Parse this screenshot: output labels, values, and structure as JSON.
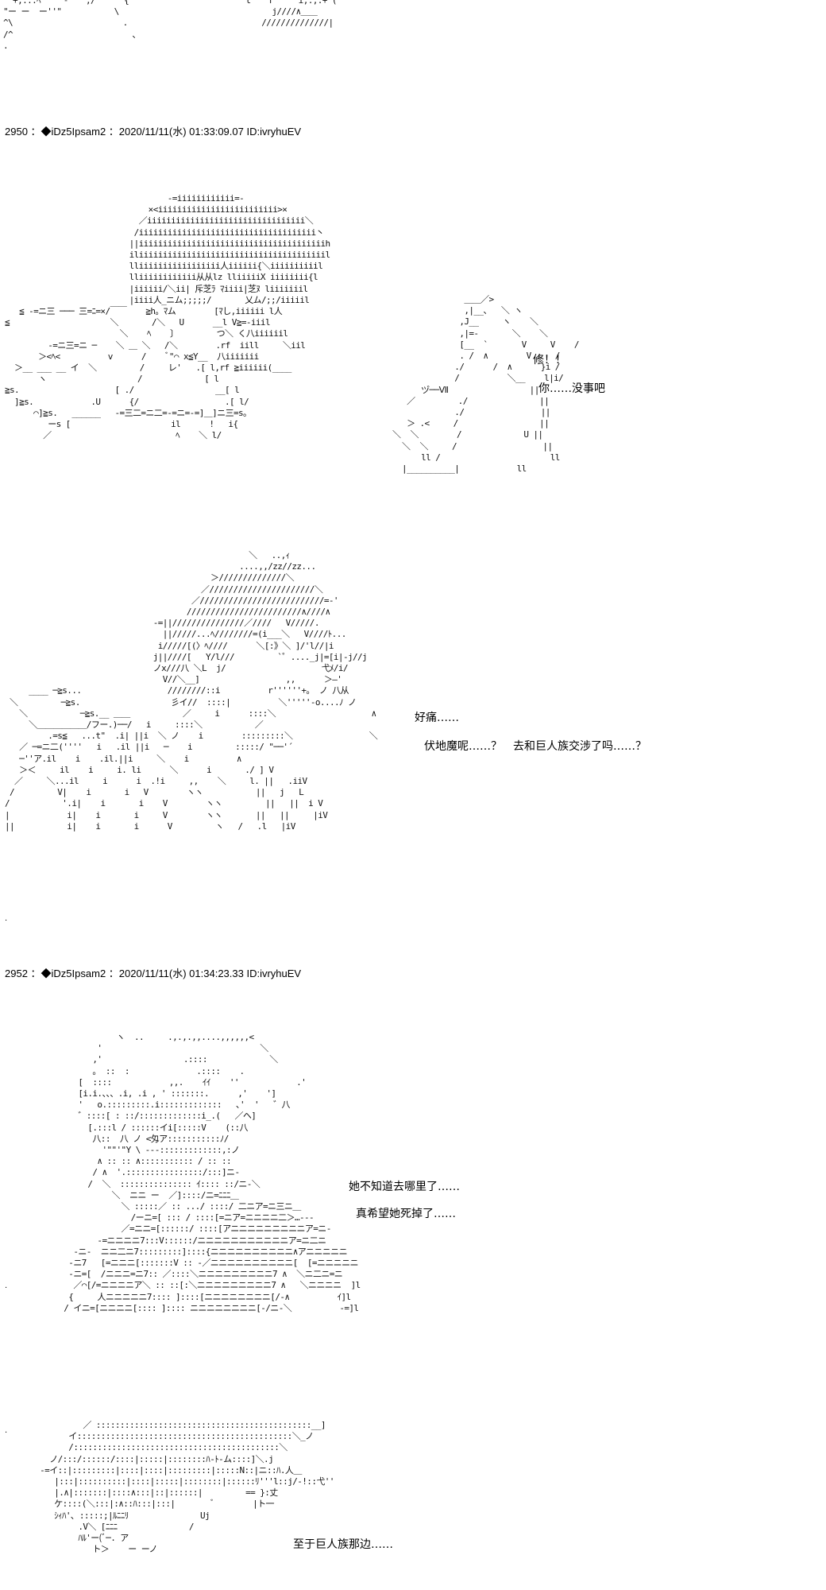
{
  "posts": [
    {
      "header": "2950 ：◆iDz5Ipsam2 ：2020/11/11(水) 01:33:09.07 ID:ivryhuEV",
      "lines": [
        "修！！",
        "你……没事吧",
        "好痛……",
        "伏地魔呢……？　去和巨人族交涉了吗……？"
      ]
    },
    {
      "header": "2952 ：◆iDz5Ipsam2 ：2020/11/11(水) 01:34:23.33 ID:ivryhuEV",
      "lines": [
        "她不知道去哪里了……",
        "真希望她死掉了……",
        "至于巨人族那边……"
      ]
    }
  ],
  "art": {
    "top": "\"'+,...ﾍ'\"   -ﾞ   ,/      {                \"\"      ｌ   ｉ     i,.,.+'(\n\"ー ー  ー''\"           \\                                j////∧＿＿\n^\\                       .                            //////////////|\n/^                         ､\n.",
    "a1": "                                  -=iiiiiiiiiiii=-\n                              ×<iiiiiiiiiiiiiiiiiiiiiiiii>×\n                            ／iiiiiiiiiiiiiiiiiiiiiiiiiiiiiiiii＼\n                           /iiiiiiiiiiiiiiiiiiiiiiiiiiiiiiiiiiiii丶\n                          ||iiiiiiiiiiiiiiiiiiiiiiiiiiiiiiiiiiiiiiih\n                          iliiiiiiiiiiiiiiiiiiiiiiiiiiiiiiiiiiiiiiil\n                          lliiiiiiiiiiiiiiiii人iiiiii{＼iiiiiiiiiil\n                          lliiiiiiiiiiii从从lz lliiiiiX iiiiiiii{l\n                          |iiiiii/＼ii| 斥芝ﾗ ﾏiiii|芝ﾇ liiiiiiil\n                          |iiii人_ニム;;;;;/       乂ム/;;/iiiiil\n   ≦ -=ニ三 ─── 三=ﾆ=×/￣￣    ≧h。ﾏム        [ﾏし,iiiiii l人\n≦                     ＼       /＼   U      __l V≧=-iiil\n                        ＼    ﾍ    〕        つ＼ く八iiiiiil\n         -=ニ三=ニ ─    ＼ ＿ ＼   /＼        .rf  iill     ＼iil\n       ＞<ﾍ<          v      /    ﾞ\"⌒ x≦Y__  八iiiiiii\n  ＞__ ___ __ イ  ＼         /     レ'   .[ l,rf ≧iiiiii(____\n       ヽ                   /             [ l\n≧s.                    [ ./                 __[ l\n  ]≧s.            .U      {/                  .[ l/\n      ⌒]≧s.   ______   -=三二=ニ二=-=ニ=-=]＿]ニ三=s。\n         ーs [                     il      !   i{\n        ／                          ﾍ    ＼ l/",
    "a1r": "               ＿＿／>\n               ,|__、  ＼ ヽ\n              ,J__     ヽ    ＼\n              ,|=-       ＼    ＼\n              [__  `       V     V    /\n              . /  ∧        V .   /\n             ./      /  ∧      }i /\n             /          ＼__    l|i/\n      ヅ──Ⅶ                 ||\n   ／         ./               ||\n             ./                ||\n   ＞ .<     /                 ||\n＼  ＼        /             U ||\n  ＼  ＼     /                  ||\n      ll /                       ll\n  |__________|            ll",
    "a2": "                                                   ＼   ..,ｨ\n                                                 ....,,/zz//zz...\n                                           ＞//////////////＼\n                                         ／//////////////////////＼\n                                       ／//////////////////////////=-'\n                                      ////////////////////////∧////∧\n                               -=||///////////////／////   V/////.\n                                 ||/////...ﾍ////////=(i___＼   V////ﾄ...\n                                i/////[(〉ﾍ////      ＼[:》＼ ]/'l//|i\n                               j||////[   Y/l///         `゜...._j|=[i|-j//j\n                               ノx///八 ＼L  j/                    弋ﾒ/i/\n                                 V//＼__]                  ,,      ＞―'\n     ____ ─≧s...                  ////////::i          r''''''+。 ノ 八从\n ＼         ─≧s.                   彡イ//  ::::|          ＼'''''-o....ﾉ ノ\n   ＼           ─≧s.__ ＿＿           ／     i      ::::＼                    ∧\n     ＼＿＿＿＿＿＿/フー.)──/   i     ::::＼           ／\n         .=s≦   ...t\"  .i| ||i  ＼ ノ    i        :::::::::＼                ＼\n   ／ ─=ニ二(''''   i   .il ||i   ─    i         :::::/ \"──'´\n   ─''ア.il    i    .il.||i     ＼    i          ∧\n   ＞＜     il    i     i. li      ＼      i       ./ ] V\n  ／     ＼...il     i      i  .!i     ,,    ＼     l. ||   .iiV\n /         V|    i       i   V        ヽヽ           ||   j   L\n/           '.i|    i       i    V        ヽヽ         ||   ||  i V\n|            i|    i       i     V        ヽヽ       ||   ||     |iV\n||           i|    i       i      V         ヽ   /   .l   |iV",
    "a3": "                       ヽ  ..     .,.,.,,....,,,,,,<\n                   '                                 ＼\n                  ,'                 .::::             ＼\n                  。 ::  :              .::::    .\n               [  ::::            ,,.    ｲｲ    ''            .'\n               [i.i.、、、.i, .i , ' :::::::.      ,'    ']\n               '   o.:::::::::.i:::::::::::::   ､'  '   ゛八\n               ゛::::[ : ::/:::::::::::::i_.(   ／ヘ]\n                 [.:::l / ::::::イi[:::::V    (::八\n                  八::  八 ノ <匁ア:::::::::::ﾉ/\n                    '\"\"'\"Y \\ ---:::::::::::::,:ノ\n                   ∧ :: :: ∧::::::::::: / :: ::\n                  / ∧  '.::::::::::::::::/:::]ニ-\n                 /  ＼  ::::::::::::::: ｲ:::: ::/ニ-＼\n                      ＼  ニニ ー  ／]::::/ニ=ﾆﾆﾆ＿\n                        ＼ :::::／ :: .../ ::::/ 二ニア=ニ三ニ＿\n                          /ーニ=[ ::: / ::::[=ニア=ニニニニ二＞…-‐-\n                        ／=ニニ=[::::::/ ::::[アニニニニニニニニニア=ニ-\n                   -=ニニニニ7:::V::::::/ニニニニニニニニニニニア=ニ二ニ\n              -ニ-  ニニ二ニ7:::::::::]::::{ニニニニニニニニニニ∧アニニニニニ\n             -ニ7   [=ニニニ[:::::::V :: -／ニニニニニニニニニニ[  [=ニニニニニ\n             -ニ=[  /ニニニ=ニ7:: ／::::＼ニニニニニニニニニ7 ∧  ＼ニ二ニ=ニ\n              ／⌒[/=ニニニニア＼ :: ::[:＼ニニニニニニニニニ7 ∧   ＼ニニニニ  ]l\n             {     人ニニニニニ7:::: ]::::[ニニニニニニニニ[/-∧          ｲ]l\n            / イニ=[ニニニニ[:::: ]:::: ニニニニニニニニ[-/ニ-＼          -=]l",
    "a4": "                ／ :::::::::::::::::::::::::::::::::::::::::::::__]\n             イ:::::::::::::::::::::::::::::::::::::::::::::＼_ノ\n             /:::::::::::::::::::::::::::::::::::::::::::＼\n         ノ/:::/::::::/::::|:::::|::::::::ﾊ-ﾄ-ム::::]＼.j\n       -=イ::|:::::::::|::::|::::|:::::::::|:::::N::|ニ::ﾊ.人＿\n          |:::|::::::::::|::::|:::::|::::::::|::::::ﾘ'''l::j/-!::弋''\n          |.∧|:::::::|::::∧:::|::|::::::|         == }:丈\n          ケ::::(＼:::|:∧::ﾊ:::|:::|        ﾞ        |ト一\n          ｼｨﾊ'､ :::::;|ﾙﾆﾆﾘ               Uj\n               .V＼ [ﾆﾆﾆ               /\n               ﾊﾙ'ー(ﾞ─. ア\n                  ト＞    ー ーノ"
  }
}
